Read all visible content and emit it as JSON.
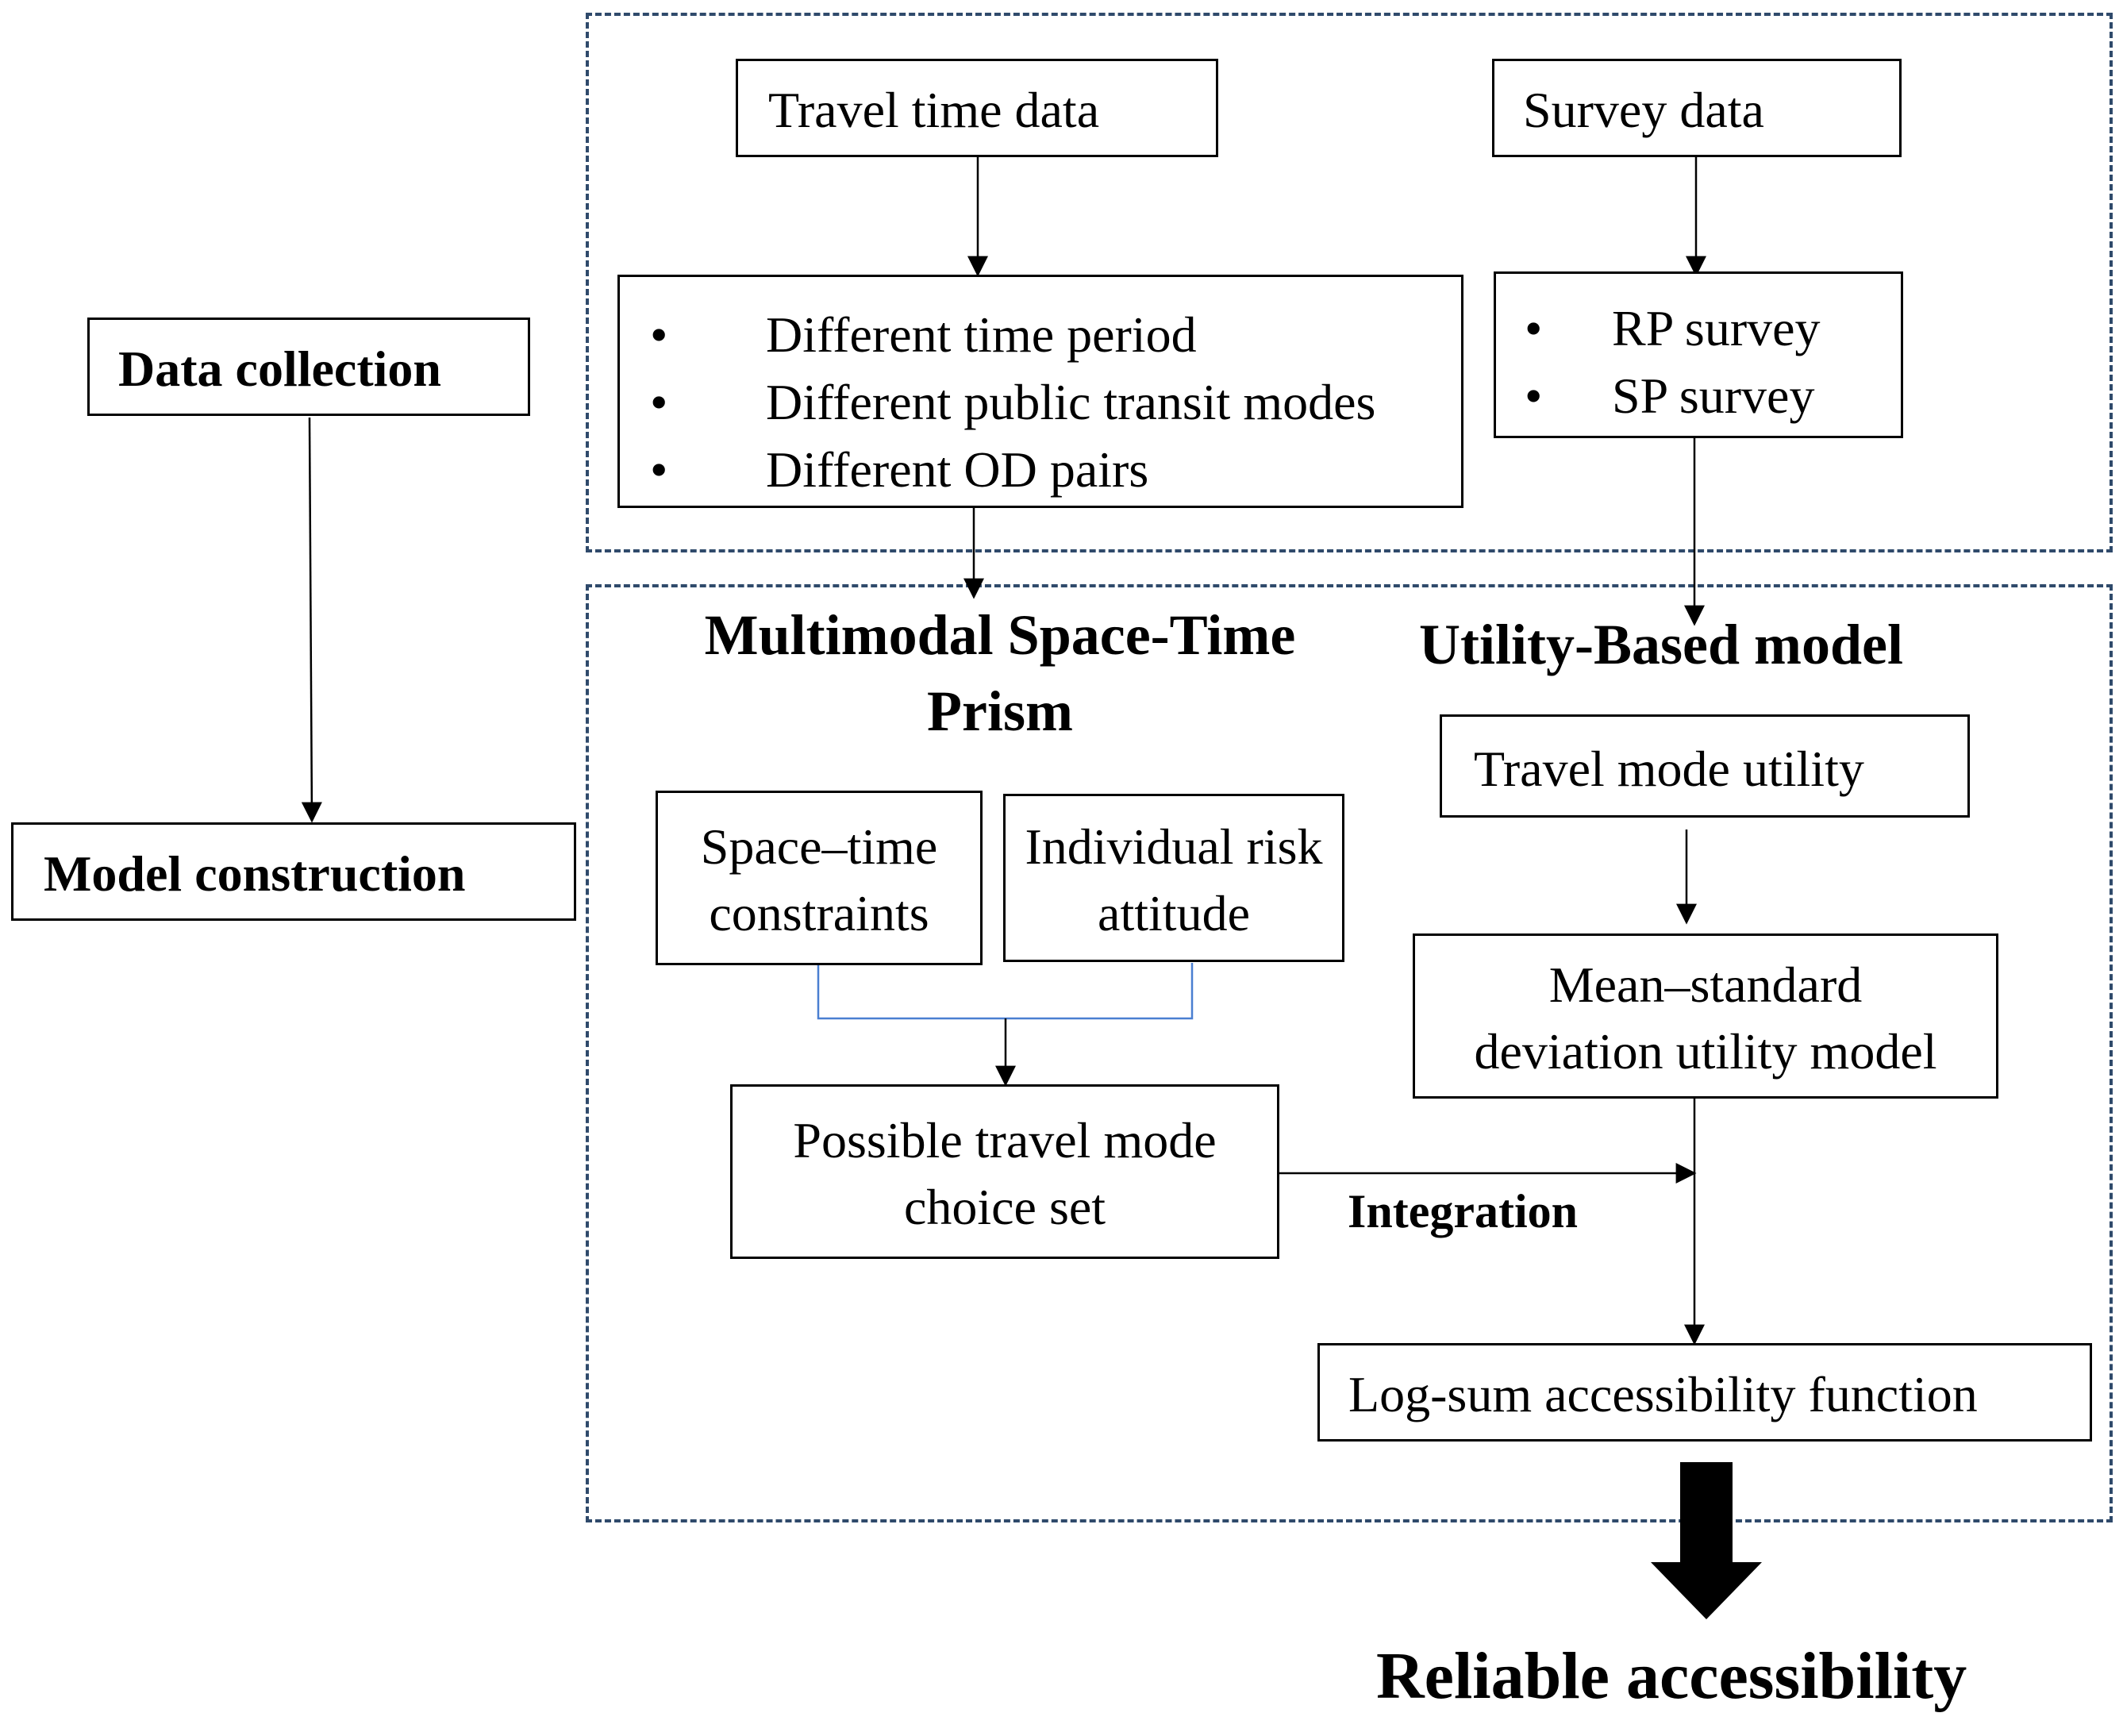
{
  "stages": {
    "data_collection": "Data collection",
    "model_construction": "Model construction"
  },
  "data": {
    "travel_time": {
      "title": "Travel time data",
      "items": [
        "Different time period",
        "Different public transit modes",
        "Different OD pairs"
      ]
    },
    "survey": {
      "title": "Survey data",
      "items": [
        "RP survey",
        "SP survey"
      ]
    }
  },
  "model": {
    "prism": {
      "heading_line1": "Multimodal Space-Time",
      "heading_line2": "Prism",
      "constraints_line1": "Space–time",
      "constraints_line2": "constraints",
      "risk_line1": "Individual risk",
      "risk_line2": "attitude",
      "choice_line1": "Possible travel mode",
      "choice_line2": "choice set"
    },
    "utility": {
      "heading": "Utility-Based model",
      "mode_utility": "Travel mode utility",
      "msd_line1": "Mean–standard",
      "msd_line2": "deviation utility model",
      "integration": "Integration",
      "logsum": "Log-sum accessibility function"
    }
  },
  "output": "Reliable accessibility",
  "bullet_glyph": "•",
  "colors": {
    "dashed_border": "#2f4a6b",
    "bracket": "#4a7fd1"
  }
}
